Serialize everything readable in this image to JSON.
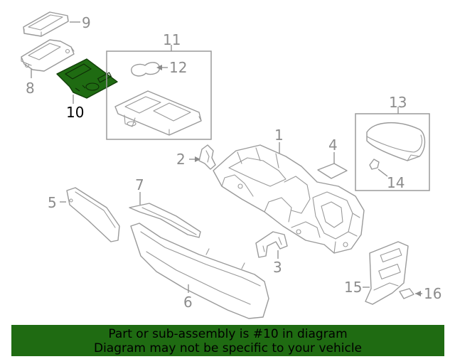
{
  "diagram": {
    "highlighted_part": "10",
    "callouts": {
      "c1": "1",
      "c2": "2",
      "c3": "3",
      "c4": "4",
      "c5": "5",
      "c6": "6",
      "c7": "7",
      "c8": "8",
      "c9": "9",
      "c10": "10",
      "c11": "11",
      "c12": "12",
      "c13": "13",
      "c14": "14",
      "c15": "15",
      "c16": "16"
    },
    "highlight_color": "#1f6b12"
  },
  "banner": {
    "line1": "Part or sub-assembly is #10 in diagram",
    "line2": "Diagram may not be specific to your vehicle",
    "background": "#1f6b12"
  }
}
